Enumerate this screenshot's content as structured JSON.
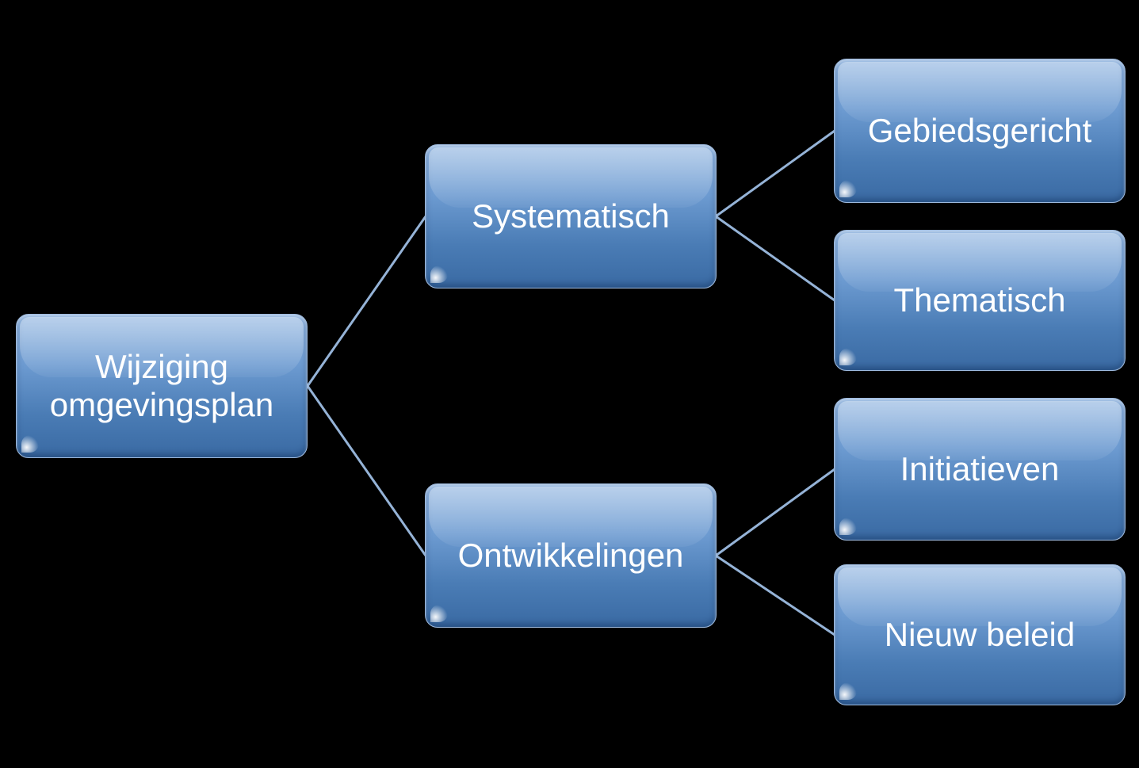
{
  "diagram": {
    "title": "Wijziging omgevingsplan hierarchy",
    "background_color": "#000000",
    "node_gradient_top": "#8fb4e0",
    "node_gradient_bottom": "#3a6aa3",
    "node_text_color": "#ffffff",
    "connector_color": "#95b3d7",
    "nodes": {
      "root": {
        "label": "Wijziging omgevingsplan"
      },
      "systematisch": {
        "label": "Systematisch"
      },
      "ontwikkelingen": {
        "label": "Ontwikkelingen"
      },
      "gebiedsgericht": {
        "label": "Gebiedsgericht"
      },
      "thematisch": {
        "label": "Thematisch"
      },
      "initiatieven": {
        "label": "Initiatieven"
      },
      "nieuw_beleid": {
        "label": "Nieuw beleid"
      }
    },
    "edges": [
      {
        "from": "root",
        "to": "systematisch"
      },
      {
        "from": "root",
        "to": "ontwikkelingen"
      },
      {
        "from": "systematisch",
        "to": "gebiedsgericht"
      },
      {
        "from": "systematisch",
        "to": "thematisch"
      },
      {
        "from": "ontwikkelingen",
        "to": "initiatieven"
      },
      {
        "from": "ontwikkelingen",
        "to": "nieuw_beleid"
      }
    ]
  }
}
